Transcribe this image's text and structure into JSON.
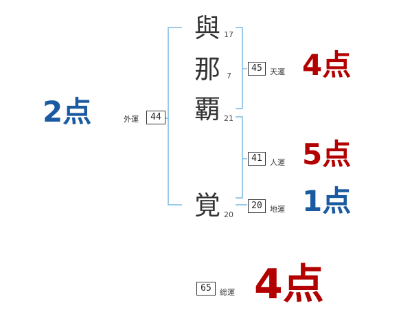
{
  "name": {
    "characters": [
      {
        "char": "與",
        "strokes": "17"
      },
      {
        "char": "那",
        "strokes": "7"
      },
      {
        "char": "覇",
        "strokes": "21"
      },
      {
        "char": "覚",
        "strokes": "20"
      }
    ]
  },
  "fortunes": {
    "tenkaku": {
      "label": "天運",
      "value": "45",
      "score": "4点"
    },
    "jinkaku": {
      "label": "人運",
      "value": "41",
      "score": "5点"
    },
    "chikaku": {
      "label": "地運",
      "value": "20",
      "score": "1点"
    },
    "gaikaku": {
      "label": "外運",
      "value": "44",
      "score": "2点"
    },
    "soukaku": {
      "label": "総運",
      "value": "65",
      "score": "4点"
    }
  },
  "colors": {
    "good": "#b30000",
    "bad": "#1a5aa0",
    "bracket": "#7ab8e0"
  }
}
